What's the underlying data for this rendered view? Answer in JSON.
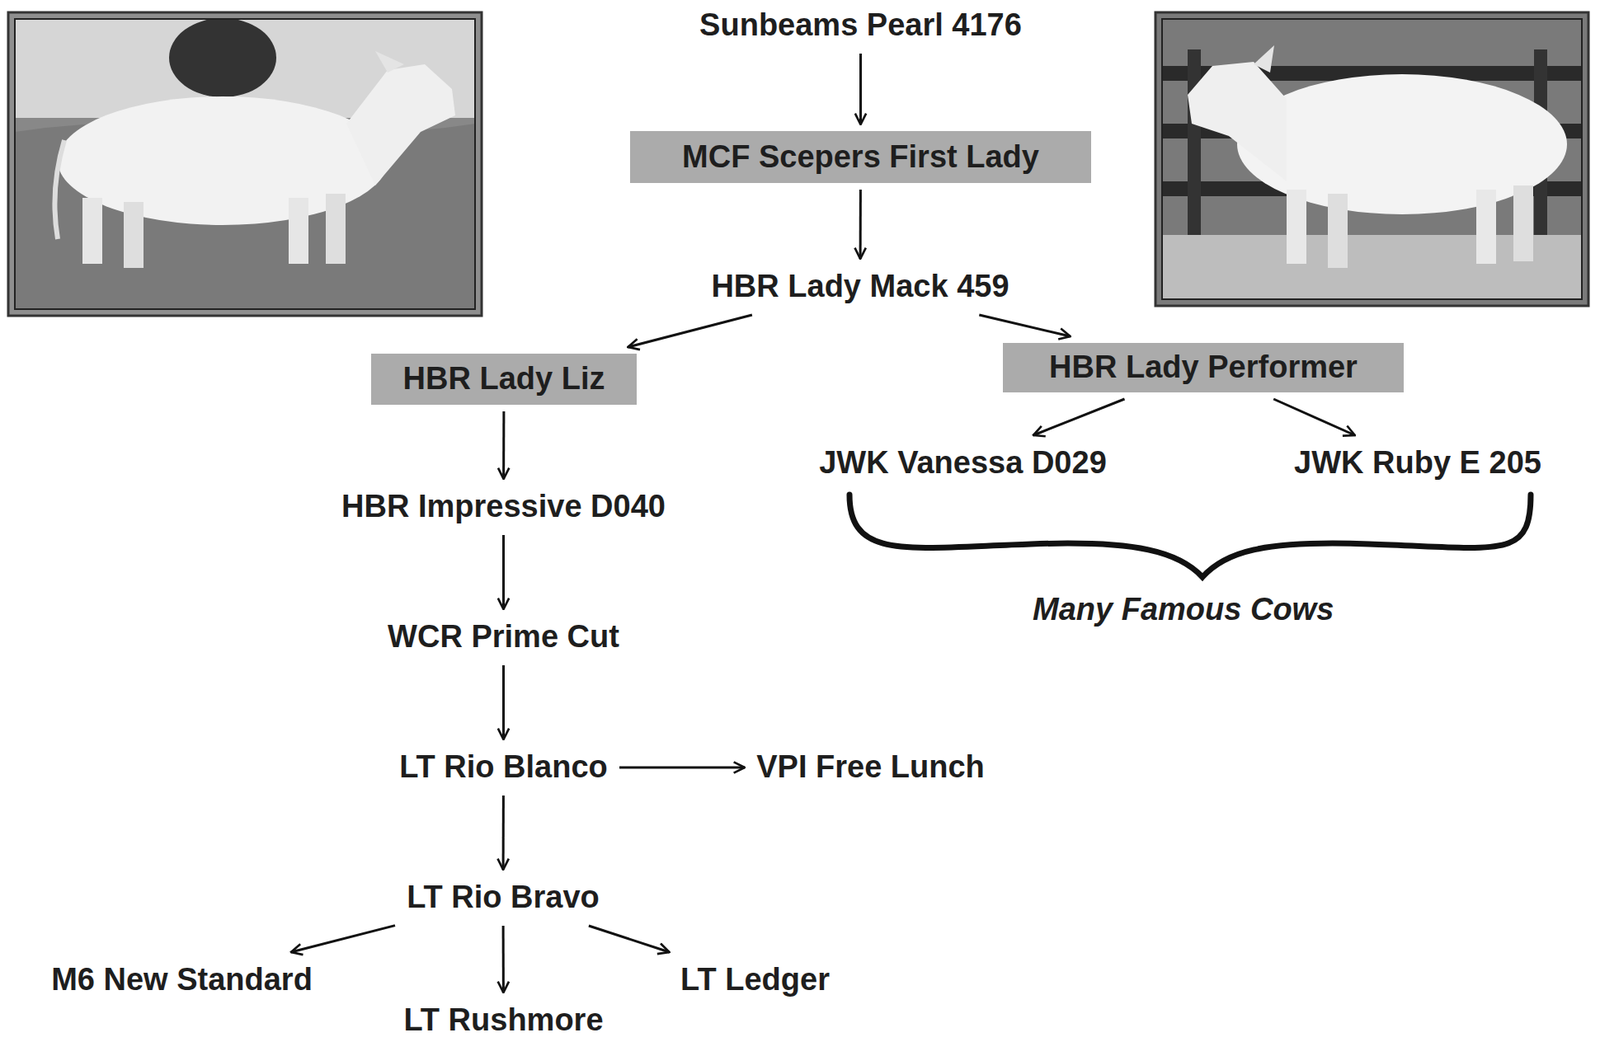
{
  "diagram": {
    "nodes": [
      {
        "text": [
          "Sunbeams Pearl 4176"
        ]
      },
      {
        "text": [
          "MCF Scepers First Lady"
        ]
      },
      {
        "text": [
          "HBR Lady Mack 459"
        ]
      },
      {
        "text": [
          "HBR Lady Liz"
        ]
      },
      {
        "text": [
          "HBR Lady Performer"
        ]
      },
      {
        "text": [
          "JWK Vanessa D029"
        ]
      },
      {
        "text": [
          "JWK Ruby E 205"
        ]
      },
      {
        "text": [
          "HBR Impressive D040"
        ]
      },
      {
        "text": [
          "WCR Prime Cut"
        ]
      },
      {
        "text": [
          "LT Rio Blanco"
        ]
      },
      {
        "text": [
          "VPI Free Lunch"
        ]
      },
      {
        "text": [
          "LT Rio Bravo"
        ]
      },
      {
        "text": [
          "M6 New Standard"
        ]
      },
      {
        "text": [
          "LT Rushmore"
        ]
      },
      {
        "text": [
          "LT Ledger"
        ]
      }
    ],
    "edges": [
      {
        "from": 0,
        "to": 1,
        "arrow": "to"
      },
      {
        "from": 1,
        "to": 2,
        "arrow": "to"
      },
      {
        "from": 2,
        "to": 3,
        "arrow": "to"
      },
      {
        "from": 2,
        "to": 4,
        "arrow": "to"
      },
      {
        "from": 4,
        "to": 5,
        "arrow": "to"
      },
      {
        "from": 4,
        "to": 6,
        "arrow": "to"
      },
      {
        "from": 3,
        "to": 7,
        "arrow": "to"
      },
      {
        "from": 7,
        "to": 8,
        "arrow": "to"
      },
      {
        "from": 8,
        "to": 9,
        "arrow": "to"
      },
      {
        "from": 9,
        "to": 10,
        "arrow": "to"
      },
      {
        "from": 9,
        "to": 11,
        "arrow": "to"
      },
      {
        "from": 11,
        "to": 12,
        "arrow": "to"
      },
      {
        "from": 11,
        "to": 13,
        "arrow": "to"
      },
      {
        "from": 11,
        "to": 14,
        "arrow": "to"
      }
    ],
    "labels": [
      "Many Famous Cows"
    ]
  }
}
